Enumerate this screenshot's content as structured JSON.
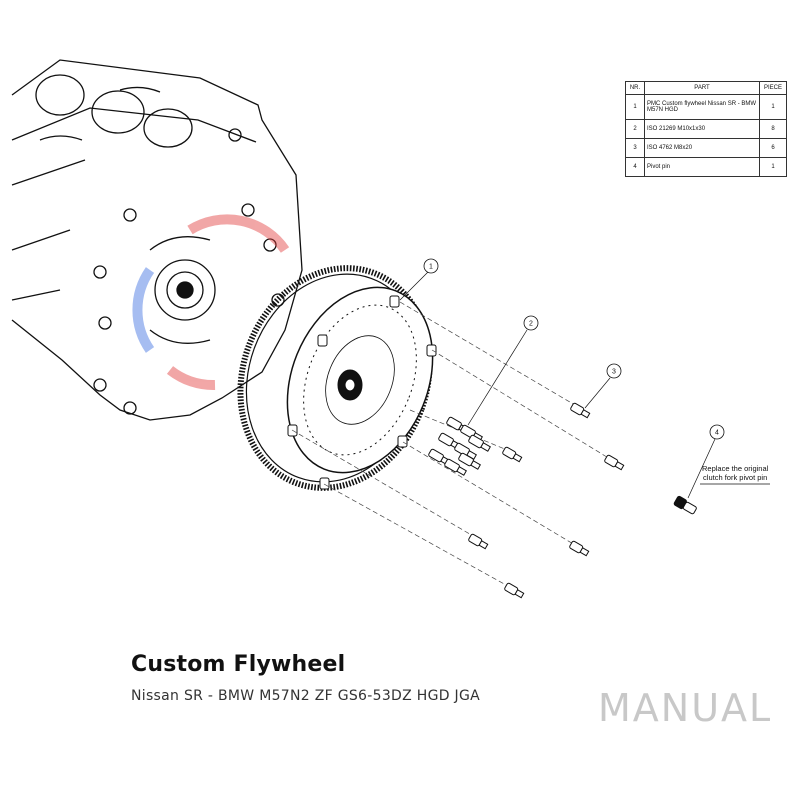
{
  "parts_table": {
    "headers": {
      "nr": "NR.",
      "part": "PART",
      "piece": "PIECE"
    },
    "rows": [
      {
        "nr": "1",
        "part": "PMC Custom flywheel Nissan SR - BMW M57N HGD",
        "piece": "1"
      },
      {
        "nr": "2",
        "part": "ISO 21269 M10x1x30",
        "piece": "8"
      },
      {
        "nr": "3",
        "part": "ISO 4762 M8x20",
        "piece": "6"
      },
      {
        "nr": "4",
        "part": "Pivot pin",
        "piece": "1"
      }
    ]
  },
  "callouts": [
    "1",
    "2",
    "3",
    "4"
  ],
  "note": {
    "line1": "Replace the original",
    "line2": "clutch fork pivot pin"
  },
  "title": "Custom Flywheel",
  "subtitle": "Nissan SR - BMW M57N2 ZF GS6-53DZ HGD JGA",
  "watermark": "MANUAL",
  "colors": {
    "ink": "#111111",
    "logo_red": "#e23b3b",
    "logo_blue": "#3b6fe2",
    "watermark": "#c8c8c8"
  }
}
